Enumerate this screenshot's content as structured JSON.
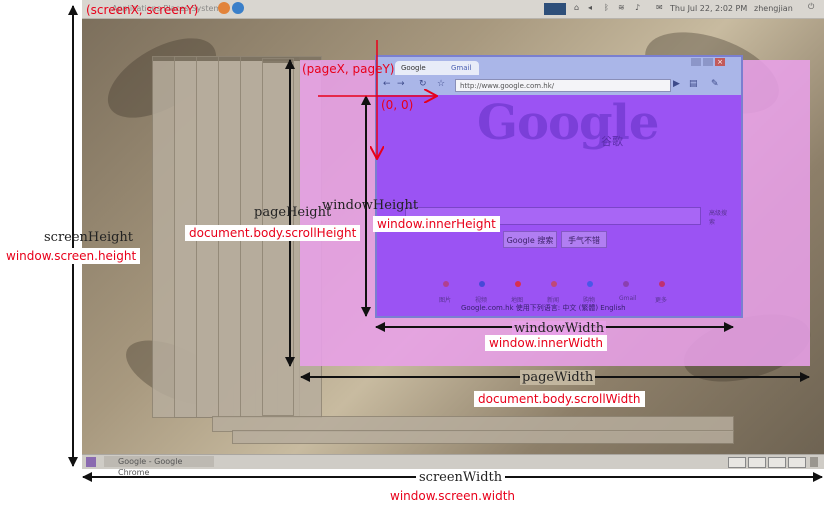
{
  "diagram": {
    "screenXY_label": "(screenX, screenY)",
    "pageXY_label": "(pageX, pageY)",
    "origin_label": "(0, 0)",
    "screen_height_label": "screenHeight",
    "screen_height_prop": "window.screen.height",
    "page_height_label": "pageHeight",
    "page_height_prop": "document.body.scrollHeight",
    "window_height_label": "windowHeight",
    "window_height_prop": "window.innerHeight",
    "window_width_label": "windowWidth",
    "window_width_prop": "window.innerWidth",
    "page_width_label": "pageWidth",
    "page_width_prop": "document.body.scrollWidth",
    "screen_width_label": "screenWidth",
    "screen_width_prop": "window.screen.width"
  },
  "topbar": {
    "menu_text": "Applications Places System",
    "clock": "Thu Jul 22,  2:02 PM",
    "user": "zhengjian"
  },
  "browser": {
    "tab_title": "Google",
    "tab2": "Gmail",
    "url": "http://www.google.com.hk/",
    "logo_text": "Google",
    "logo_sub": "谷歌",
    "search_button": "Google 搜索",
    "lucky_button": "手气不错",
    "side_link": "高级搜索",
    "footer_text": "Google.com.hk 使用下列语言:  中文 (繁體)   English",
    "links": [
      "图片",
      "视频",
      "地图",
      "新闻",
      "购物",
      "Gmail",
      "更多"
    ]
  },
  "colors": {
    "annotation_red": "#e8001a",
    "page_area": "#e8a0e8",
    "browser_bg": "#9b53f3"
  },
  "taskbar": {
    "task_label": "Google - Google Chrome"
  },
  "icons": [
    "firefox-icon",
    "help-icon",
    "network-icon",
    "mail-icon",
    "volume-icon",
    "bluetooth-icon",
    "power-icon"
  ]
}
